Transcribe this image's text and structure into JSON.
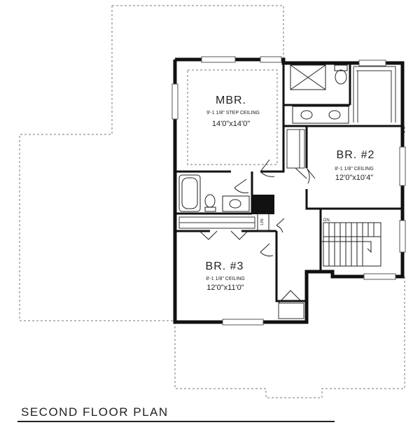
{
  "rooms": {
    "mbr": {
      "name": "MBR.",
      "ceiling": "9'-1 1/8\" STEP CEILING",
      "size": "14'0\"x14'0\""
    },
    "br2": {
      "name": "BR. #2",
      "ceiling": "8'-1 1/8\" CEILING",
      "size": "12'0\"x10'4\""
    },
    "br3": {
      "name": "BR. #3",
      "ceiling": "8'-1 1/8\" CEILING",
      "size": "12'0\"x11'0\""
    }
  },
  "labels": {
    "linen": "LIN",
    "stairs_down": "DN."
  },
  "plan_title": "SECOND FLOOR PLAN"
}
